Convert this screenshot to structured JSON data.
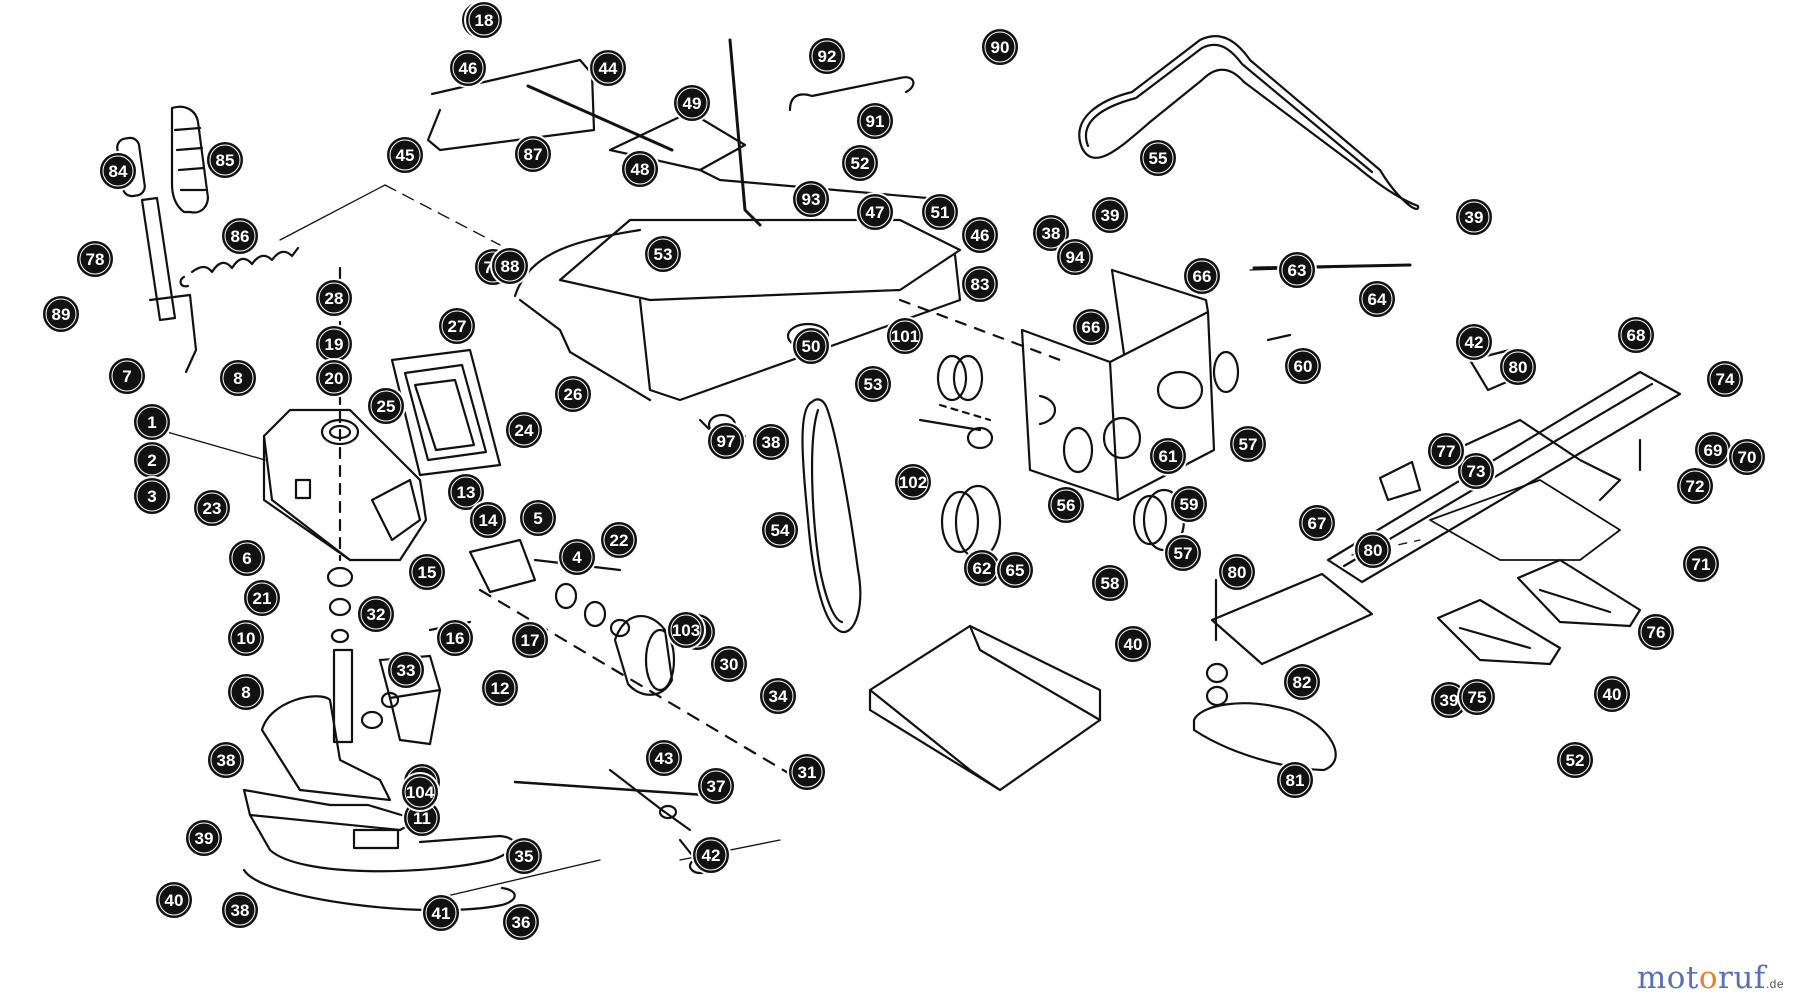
{
  "diagram": {
    "parts": [
      {
        "label": "1"
      },
      {
        "label": "2"
      },
      {
        "label": "3"
      },
      {
        "label": "4"
      },
      {
        "label": "5"
      },
      {
        "label": "6"
      },
      {
        "label": "7"
      },
      {
        "label": "8"
      },
      {
        "label": "8"
      },
      {
        "label": "10"
      },
      {
        "label": "10"
      },
      {
        "label": "11"
      },
      {
        "label": "12"
      },
      {
        "label": "13"
      },
      {
        "label": "14"
      },
      {
        "label": "15"
      },
      {
        "label": "16"
      },
      {
        "label": "17"
      },
      {
        "label": "19"
      },
      {
        "label": "20"
      },
      {
        "label": "21"
      },
      {
        "label": "22"
      },
      {
        "label": "23"
      },
      {
        "label": "24"
      },
      {
        "label": "25"
      },
      {
        "label": "26"
      },
      {
        "label": "27"
      },
      {
        "label": "28"
      },
      {
        "label": "29"
      },
      {
        "label": "30"
      },
      {
        "label": "31"
      },
      {
        "label": "32"
      },
      {
        "label": "33"
      },
      {
        "label": "34"
      },
      {
        "label": "35"
      },
      {
        "label": "36"
      },
      {
        "label": "37"
      },
      {
        "label": "38"
      },
      {
        "label": "38"
      },
      {
        "label": "38"
      },
      {
        "label": "38"
      },
      {
        "label": "39"
      },
      {
        "label": "39"
      },
      {
        "label": "39"
      },
      {
        "label": "39"
      },
      {
        "label": "40"
      },
      {
        "label": "40"
      },
      {
        "label": "40"
      },
      {
        "label": "41"
      },
      {
        "label": "42"
      },
      {
        "label": "42"
      },
      {
        "label": "43"
      },
      {
        "label": "44"
      },
      {
        "label": "45"
      },
      {
        "label": "46"
      },
      {
        "label": "46"
      },
      {
        "label": "47"
      },
      {
        "label": "48"
      },
      {
        "label": "49"
      },
      {
        "label": "50"
      },
      {
        "label": "51"
      },
      {
        "label": "52"
      },
      {
        "label": "52"
      },
      {
        "label": "53"
      },
      {
        "label": "53"
      },
      {
        "label": "54"
      },
      {
        "label": "55"
      },
      {
        "label": "56"
      },
      {
        "label": "57"
      },
      {
        "label": "57"
      },
      {
        "label": "58"
      },
      {
        "label": "59"
      },
      {
        "label": "60"
      },
      {
        "label": "61"
      },
      {
        "label": "62"
      },
      {
        "label": "63"
      },
      {
        "label": "64"
      },
      {
        "label": "65"
      },
      {
        "label": "66"
      },
      {
        "label": "66"
      },
      {
        "label": "67"
      },
      {
        "label": "68"
      },
      {
        "label": "69"
      },
      {
        "label": "70"
      },
      {
        "label": "71"
      },
      {
        "label": "72"
      },
      {
        "label": "73"
      },
      {
        "label": "74"
      },
      {
        "label": "75"
      },
      {
        "label": "76"
      },
      {
        "label": "77"
      },
      {
        "label": "78"
      },
      {
        "label": "79"
      },
      {
        "label": "80"
      },
      {
        "label": "80"
      },
      {
        "label": "80"
      },
      {
        "label": "81"
      },
      {
        "label": "82"
      },
      {
        "label": "83"
      },
      {
        "label": "84"
      },
      {
        "label": "85"
      },
      {
        "label": "86"
      },
      {
        "label": "87"
      },
      {
        "label": "88"
      },
      {
        "label": "89"
      },
      {
        "label": "90"
      },
      {
        "label": "91"
      },
      {
        "label": "92"
      },
      {
        "label": "93"
      },
      {
        "label": "94"
      },
      {
        "label": "97"
      },
      {
        "label": "101"
      },
      {
        "label": "102"
      },
      {
        "label": "103"
      },
      {
        "label": "104"
      },
      {
        "label": "29"
      },
      {
        "label": "18"
      }
    ]
  },
  "logo": {
    "part1": "mot",
    "part2": "o",
    "part3": "ruf",
    "tld": ".de"
  },
  "colors": {
    "ink": "#111111",
    "logo_blue": "#5a6fb4",
    "logo_orange": "#e7802a"
  }
}
